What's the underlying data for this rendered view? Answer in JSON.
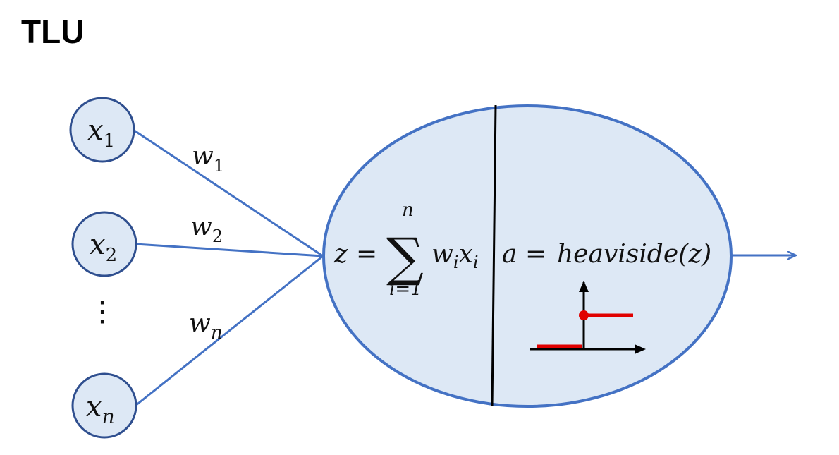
{
  "title": "TLU",
  "colors": {
    "node_fill": "#dde8f5",
    "node_stroke": "#2f4f8f",
    "line": "#4472c4",
    "ellipse_stroke": "#4472c4",
    "step": "#e00000",
    "axis": "#000000"
  },
  "inputs": [
    {
      "var": "x",
      "sub": "1"
    },
    {
      "var": "x",
      "sub": "2"
    },
    {
      "var": "x",
      "sub": "n"
    }
  ],
  "ellipsis": "⋮",
  "weights": [
    {
      "var": "w",
      "sub": "1"
    },
    {
      "var": "w",
      "sub": "2"
    },
    {
      "var": "w",
      "sub": "n"
    }
  ],
  "sum_formula": {
    "lhs": "z",
    "eq": "=",
    "sigma": "∑",
    "upper": "n",
    "lower": "i=1",
    "term_w": "w",
    "term_w_sub": "i",
    "term_x": "x",
    "term_x_sub": "i"
  },
  "activation_formula": {
    "lhs": "a",
    "eq": "=",
    "fn": "heaviside",
    "arg": "(z)"
  },
  "step_icon": "heaviside-step-function"
}
